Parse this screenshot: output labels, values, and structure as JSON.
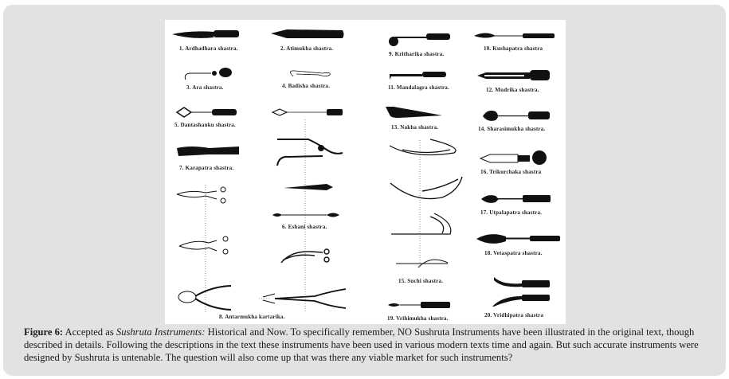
{
  "figure": {
    "instrument_labels": [
      "1. Ardhadhara shastra.",
      "2. Atimukha shastra.",
      "3. Ara shastra.",
      "4. Badisha shastra.",
      "5. Dantashanku shastra.",
      "6. Eshani shastra.",
      "7. Karapatra shastra.",
      "8. Antarmukha kartarika.",
      "9. Kritharika shastra.",
      "10. Kushapatra shastra",
      "11. Mandalagra shastra.",
      "12. Mudrika shastra.",
      "13. Nakha shastra.",
      "14. Sharasimukha shastra.",
      "15. Suchi shastra.",
      "16. Trikurchaka shastra",
      "17. Utpalapatra shastra.",
      "18. Vetaspatra shastra.",
      "19. Vrihimukha shastra.",
      "20. Vridhipatra shastra"
    ]
  },
  "caption": {
    "label": "Figure 6:",
    "lead": " Accepted as ",
    "italic": "Sushruta Instruments:",
    "text": " Historical and Now. To specifically remember, NO Sushruta Instruments have been illustrated in the original text, though described in details. Following the descriptions in the text these instruments have been used in various modern texts time and again. But such accurate instruments were designed by Sushruta is untenable. The question will also come up that was there any viable market for such instruments?"
  }
}
